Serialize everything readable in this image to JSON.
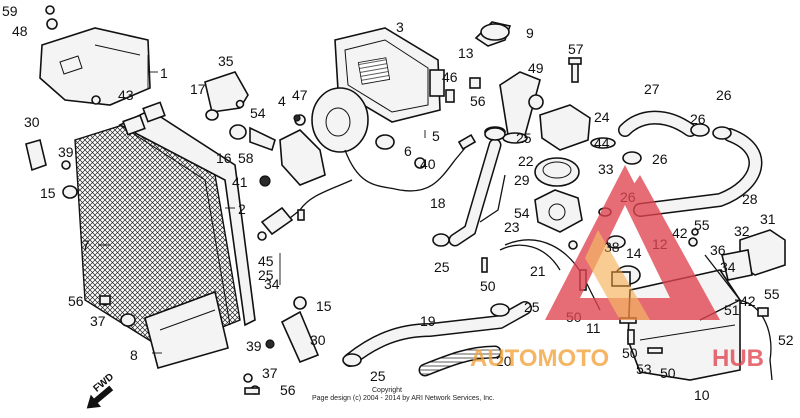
{
  "diagram": {
    "part_numbers": [
      "1",
      "2",
      "3",
      "4",
      "5",
      "6",
      "7",
      "8",
      "9",
      "10",
      "11",
      "12",
      "13",
      "14",
      "15",
      "16",
      "17",
      "18",
      "19",
      "20",
      "21",
      "22",
      "23",
      "24",
      "25",
      "26",
      "27",
      "28",
      "29",
      "30",
      "31",
      "32",
      "33",
      "34",
      "35",
      "36",
      "37",
      "38",
      "39",
      "40",
      "41",
      "42",
      "43",
      "44",
      "45",
      "46",
      "47",
      "48",
      "49",
      "50",
      "51",
      "52",
      "53",
      "54",
      "55",
      "56",
      "57",
      "58",
      "59"
    ],
    "fwd_label": "FWD",
    "copyright_line1": "Copyright",
    "copyright_line2": "Page design (c) 2004 - 2014 by ARI Network Services, Inc.",
    "watermark": {
      "text_left": "AUTOMOTO",
      "text_right": "HUB",
      "color_red": "#e0434f",
      "color_orange": "#f2a23a"
    }
  }
}
